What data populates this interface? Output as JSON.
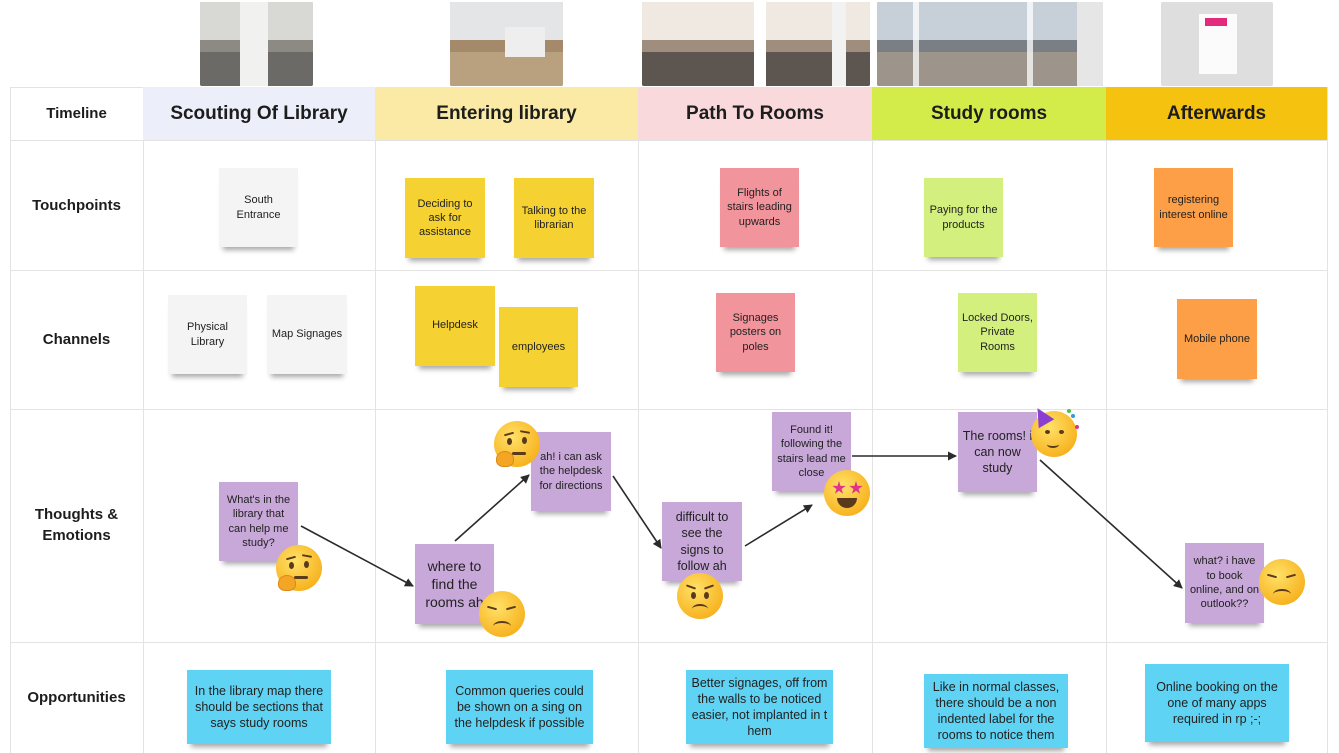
{
  "row_labels": {
    "timeline": "Timeline",
    "touchpoints": "Touchpoints",
    "channels": "Channels",
    "thoughts": "Thoughts & Emotions",
    "opportunities": "Opportunities"
  },
  "phases": [
    {
      "title": "Scouting Of Library",
      "color": "#eceefa"
    },
    {
      "title": "Entering library",
      "color": "#faeaa5"
    },
    {
      "title": "Path To Rooms",
      "color": "#f9d9dc"
    },
    {
      "title": "Study rooms",
      "color": "#d4ec4a"
    },
    {
      "title": "Afterwards",
      "color": "#f5c30f"
    }
  ],
  "touchpoints": {
    "south_entrance": "South Entrance",
    "deciding_assistance": "Deciding to ask for assistance",
    "talking_librarian": "Talking to the librarian",
    "flights_stairs": "Flights of stairs leading upwards",
    "paying_products": "Paying for the products",
    "registering_interest": "registering interest online"
  },
  "channels": {
    "physical_library": "Physical Library",
    "map_signages": "Map Signages",
    "helpdesk": "Helpdesk",
    "employees": "employees",
    "signages_posters": "Signages posters on poles",
    "locked_doors": "Locked Doors, Private Rooms",
    "mobile_phone": "Mobile phone"
  },
  "thoughts": {
    "whats_in_library": "What's in the library that can help me study?",
    "where_to_find": "where to find the rooms ah",
    "can_ask_helpdesk": "ah! i can ask the helpdesk for directions",
    "difficult_signs": "difficult to see the signs to follow ah",
    "found_it": "Found it! following the stairs lead me close",
    "rooms_study": "The rooms! i can now study",
    "book_online": "what? i have to book online, and on outlook??"
  },
  "emotions": [
    "thinking-face-icon",
    "disappointed-face-icon",
    "thinking-face-icon",
    "frowning-face-icon",
    "star-struck-face-icon",
    "partying-face-icon",
    "disappointed-face-icon"
  ],
  "opportunities": {
    "library_map": "In the library map there should be sections that says study rooms",
    "common_queries": "Common queries could be shown on a sing on the helpdesk if possible",
    "better_signages": "Better signages, off from the walls to be noticed easier, not implanted in t hem",
    "normal_classes": "Like in normal classes, there should be a non indented label for the rooms to notice them",
    "online_booking": "Online booking on the one of many apps required in rp ;-;"
  }
}
